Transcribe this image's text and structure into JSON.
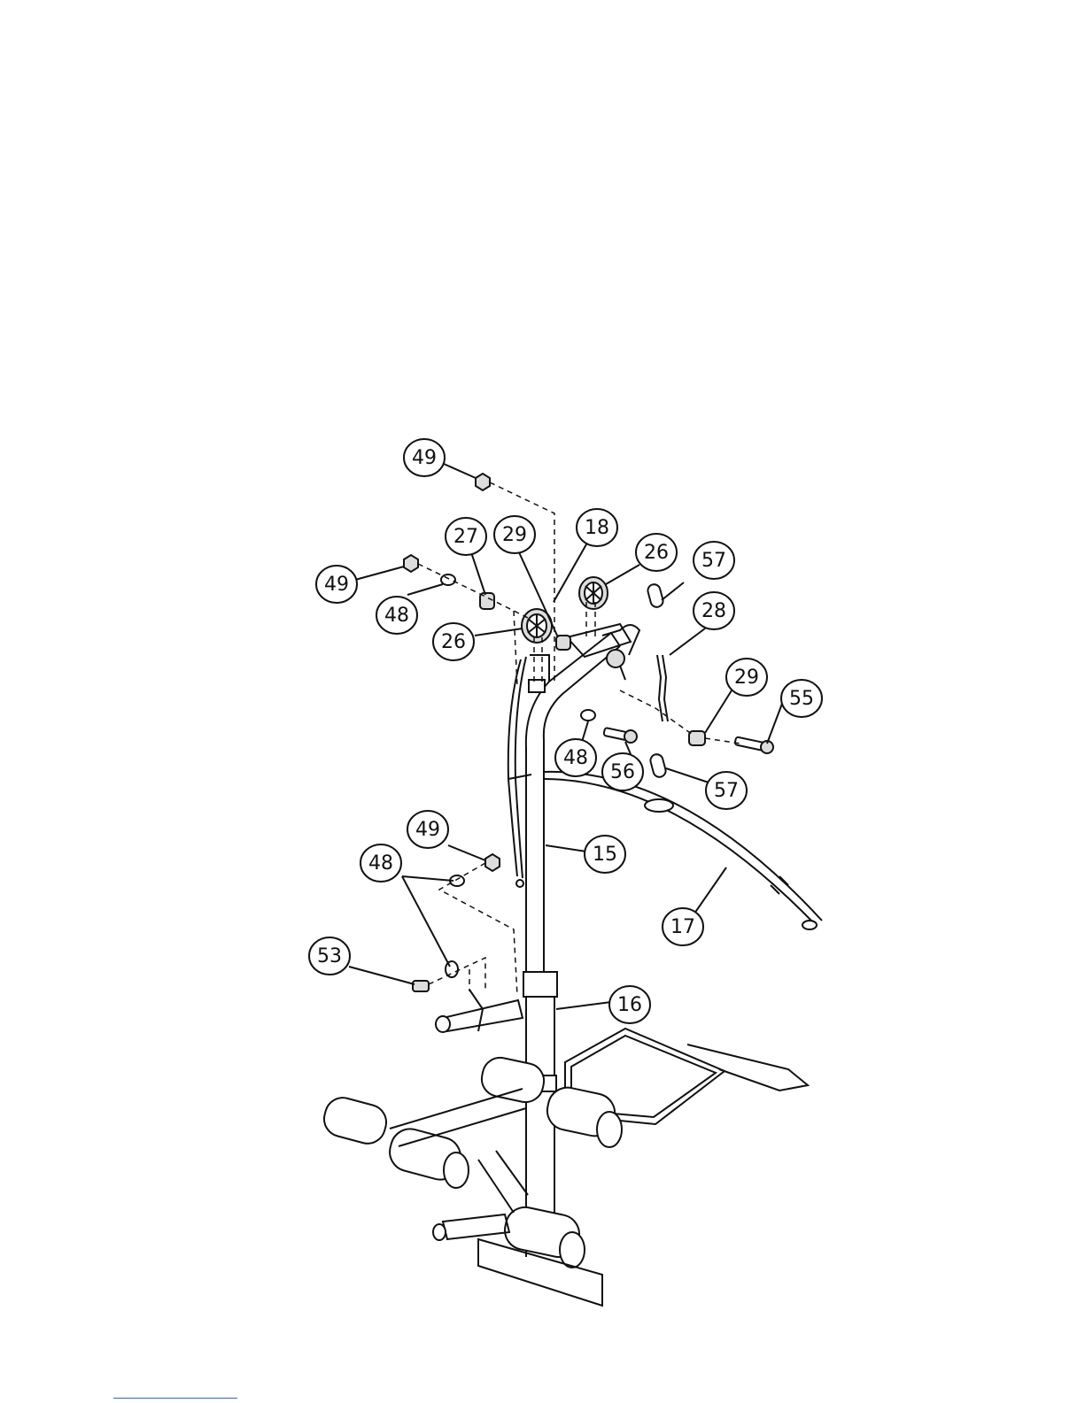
{
  "diagram": {
    "callouts": [
      {
        "id": "c49a",
        "label": "49"
      },
      {
        "id": "c27",
        "label": "27"
      },
      {
        "id": "c29a",
        "label": "29"
      },
      {
        "id": "c18",
        "label": "18"
      },
      {
        "id": "c26a",
        "label": "26"
      },
      {
        "id": "c57a",
        "label": "57"
      },
      {
        "id": "c49b",
        "label": "49"
      },
      {
        "id": "c48a",
        "label": "48"
      },
      {
        "id": "c26b",
        "label": "26"
      },
      {
        "id": "c28",
        "label": "28"
      },
      {
        "id": "c29b",
        "label": "29"
      },
      {
        "id": "c55",
        "label": "55"
      },
      {
        "id": "c48b",
        "label": "48"
      },
      {
        "id": "c56",
        "label": "56"
      },
      {
        "id": "c57b",
        "label": "57"
      },
      {
        "id": "c49c",
        "label": "49"
      },
      {
        "id": "c15",
        "label": "15"
      },
      {
        "id": "c48c",
        "label": "48"
      },
      {
        "id": "c17",
        "label": "17"
      },
      {
        "id": "c53",
        "label": "53"
      },
      {
        "id": "c16",
        "label": "16"
      }
    ]
  }
}
